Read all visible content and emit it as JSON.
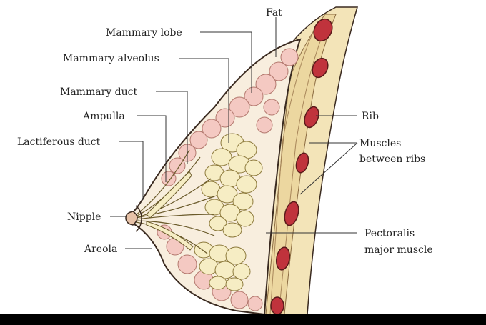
{
  "diagram": {
    "labels": {
      "fat": "Fat",
      "mammary_lobe": "Mammary lobe",
      "mammary_alveolus": "Mammary alveolus",
      "mammary_duct": "Mammary duct",
      "ampulla": "Ampulla",
      "lactiferous_duct": "Lactiferous duct",
      "nipple": "Nipple",
      "areola": "Areola",
      "rib": "Rib",
      "muscles_between_ribs_1": "Muscles",
      "muscles_between_ribs_2": "between ribs",
      "pectoralis_1": "Pectoralis",
      "pectoralis_2": "major muscle"
    },
    "colors": {
      "tissue_pink": "#f4c9c2",
      "fat_yellow": "#f3e7b3",
      "alveoli_cream": "#f6edc4",
      "rib_red": "#c0333c",
      "muscle_band": "#ecd7a0",
      "outline": "#3a2a20"
    }
  }
}
